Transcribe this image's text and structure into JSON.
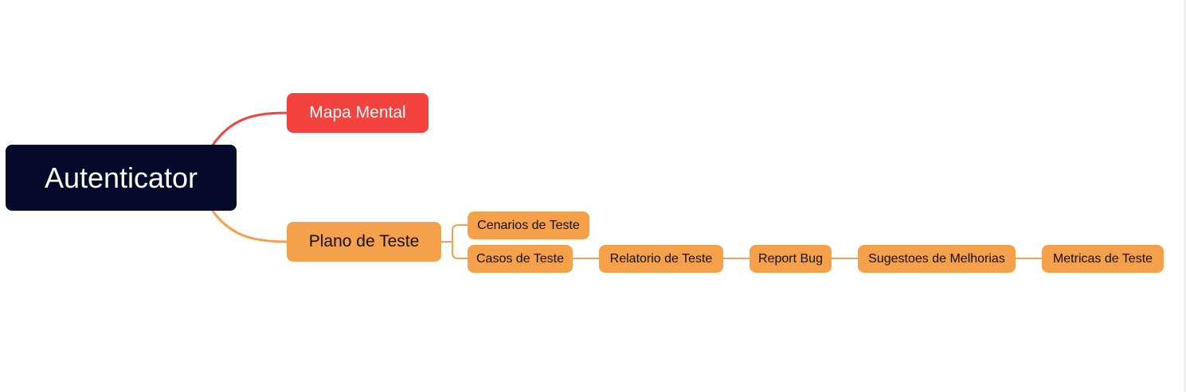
{
  "colors": {
    "root_bg": "#060a2a",
    "root_text": "#ffffff",
    "branch_red": "#f4433f",
    "branch_red_text": "#ffffff",
    "branch_orange": "#f5a04a",
    "branch_orange_text": "#111111"
  },
  "mindmap": {
    "root": {
      "label": "Autenticator"
    },
    "branches": [
      {
        "label": "Mapa Mental",
        "color": "red"
      },
      {
        "label": "Plano de Teste",
        "color": "orange",
        "children": [
          {
            "label": "Cenarios de Teste"
          },
          {
            "label": "Casos de Teste",
            "chain": [
              {
                "label": "Relatorio de Teste"
              },
              {
                "label": "Report Bug"
              },
              {
                "label": "Sugestoes de Melhorias"
              },
              {
                "label": "Metricas de Teste"
              }
            ]
          }
        ]
      }
    ]
  }
}
